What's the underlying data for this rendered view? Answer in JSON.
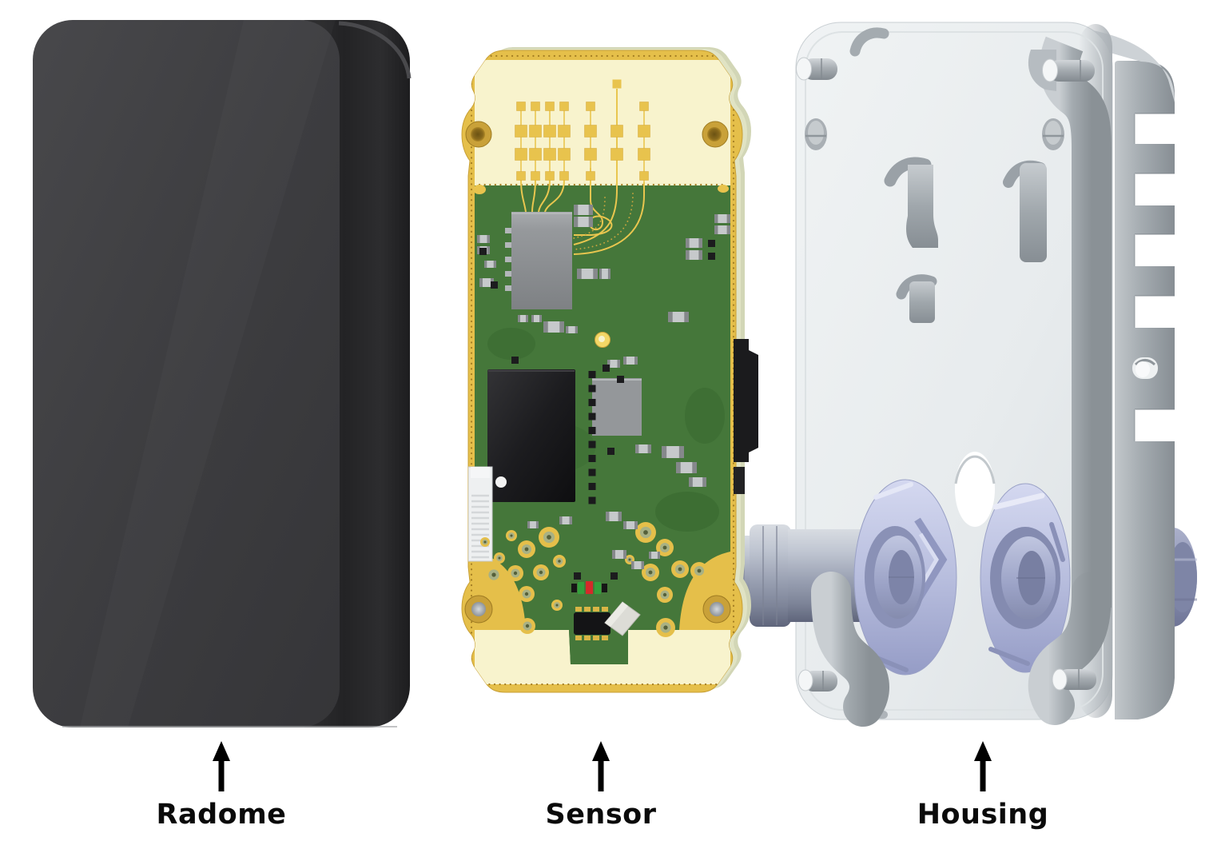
{
  "diagram": {
    "parts": [
      {
        "id": "radome",
        "label": "Radome"
      },
      {
        "id": "sensor",
        "label": "Sensor"
      },
      {
        "id": "housing",
        "label": "Housing"
      }
    ]
  },
  "palette": {
    "background": "#ffffff",
    "radome_front": "#3d3d40",
    "radome_side": "#242426",
    "pcb_gold": "#e5bf4a",
    "pcb_antenna_substrate": "#f8f3cd",
    "pcb_green": "#45773a",
    "chip_gray": "#8f9396",
    "chip_black": "#1b1b1d",
    "led_red": "#d42a2a",
    "led_green": "#33a03c",
    "housing_plate": "#e8eced",
    "housing_side": "#9aa1a7",
    "cable_gland_lavender": "#bcc2e2",
    "connector_barrel": "#9aa0b2",
    "label_text": "#0a0a0a"
  }
}
